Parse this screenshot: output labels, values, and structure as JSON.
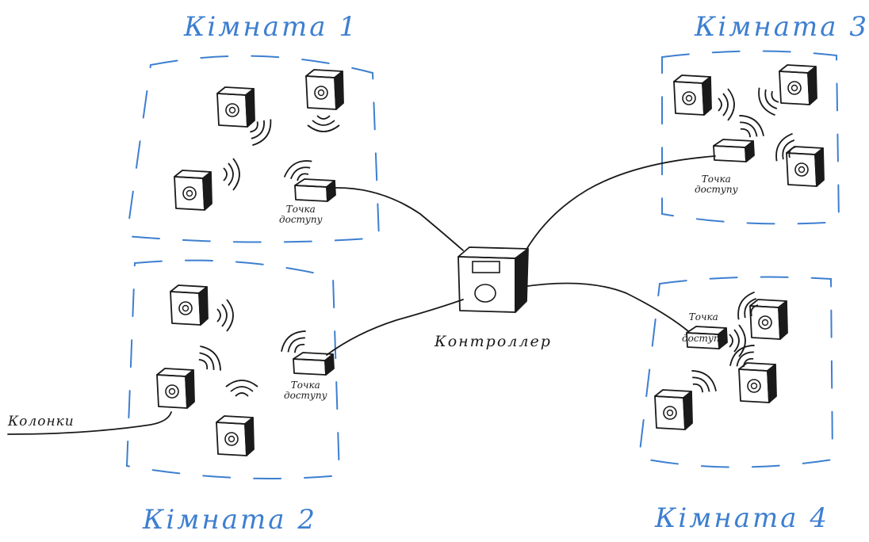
{
  "rooms": {
    "room1": "Кімната 1",
    "room2": "Кімната 2",
    "room3": "Кімната 3",
    "room4": "Кімната 4"
  },
  "access_point": {
    "line1": "Точка",
    "line2": "доступу"
  },
  "controller": {
    "label": "Контроллер"
  },
  "speakers": {
    "label": "Колонки"
  },
  "colors": {
    "room_border": "#3d7fd0",
    "ink": "#1a1a1a"
  }
}
